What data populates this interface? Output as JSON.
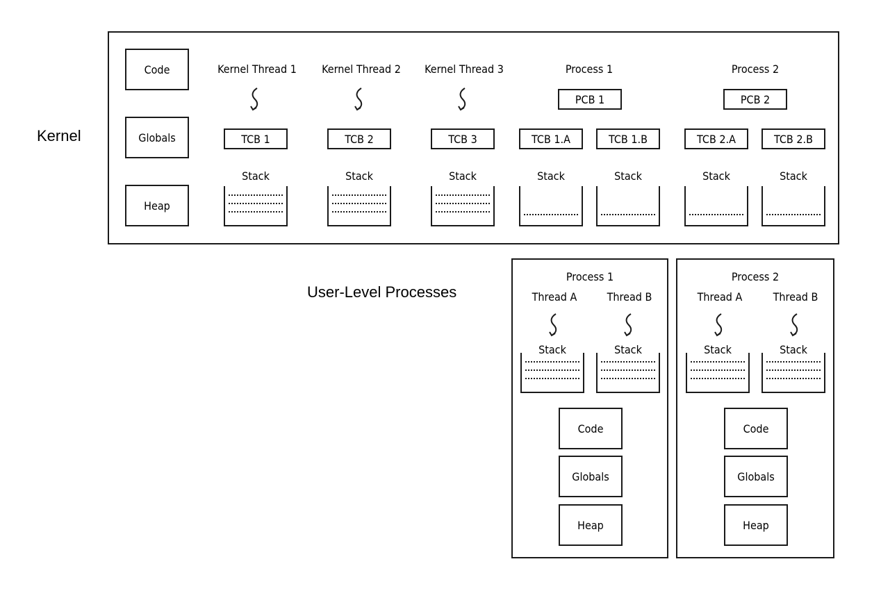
{
  "kernel": {
    "label": "Kernel",
    "segments": {
      "code": "Code",
      "globals": "Globals",
      "heap": "Heap"
    },
    "kernel_threads": [
      {
        "title": "Kernel Thread 1",
        "tcb": "TCB 1",
        "stack": "Stack"
      },
      {
        "title": "Kernel Thread 2",
        "tcb": "TCB 2",
        "stack": "Stack"
      },
      {
        "title": "Kernel Thread 3",
        "tcb": "TCB 3",
        "stack": "Stack"
      }
    ],
    "processes": [
      {
        "title": "Process 1",
        "pcb": "PCB 1",
        "threads": [
          {
            "tcb": "TCB 1.A",
            "stack": "Stack"
          },
          {
            "tcb": "TCB 1.B",
            "stack": "Stack"
          }
        ]
      },
      {
        "title": "Process 2",
        "pcb": "PCB 2",
        "threads": [
          {
            "tcb": "TCB 2.A",
            "stack": "Stack"
          },
          {
            "tcb": "TCB 2.B",
            "stack": "Stack"
          }
        ]
      }
    ]
  },
  "user": {
    "label": "User-Level Processes",
    "processes": [
      {
        "title": "Process 1",
        "threads": [
          {
            "name": "Thread A",
            "stack": "Stack"
          },
          {
            "name": "Thread B",
            "stack": "Stack"
          }
        ],
        "segments": {
          "code": "Code",
          "globals": "Globals",
          "heap": "Heap"
        }
      },
      {
        "title": "Process 2",
        "threads": [
          {
            "name": "Thread A",
            "stack": "Stack"
          },
          {
            "name": "Thread B",
            "stack": "Stack"
          }
        ],
        "segments": {
          "code": "Code",
          "globals": "Globals",
          "heap": "Heap"
        }
      }
    ]
  }
}
